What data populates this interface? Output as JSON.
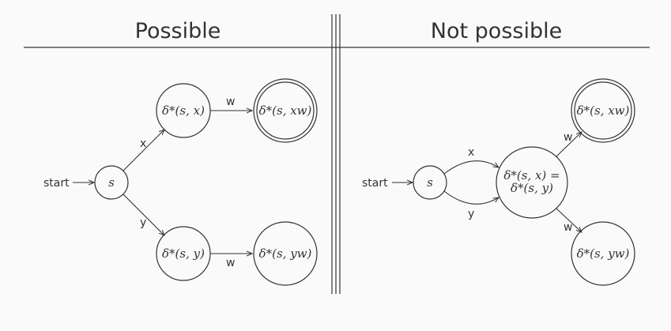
{
  "panels": {
    "left": {
      "title": "Possible",
      "start_label": "start",
      "nodes": {
        "s": "s",
        "sx": "δ*(s, x)",
        "sy": "δ*(s, y)",
        "sxw": "δ*(s, xw)",
        "syw": "δ*(s, yw)"
      },
      "edges": {
        "x": "x",
        "y": "y",
        "w_top": "w",
        "w_bottom": "w"
      },
      "accepting": [
        "sxw"
      ]
    },
    "right": {
      "title": "Not possible",
      "start_label": "start",
      "nodes": {
        "s": "s",
        "merged_line1": "δ*(s, x) =",
        "merged_line2": "δ*(s, y)",
        "sxw": "δ*(s, xw)",
        "syw": "δ*(s, yw)"
      },
      "edges": {
        "x": "x",
        "y": "y",
        "w_top": "w",
        "w_bottom": "w"
      },
      "accepting": [
        "sxw"
      ]
    }
  }
}
